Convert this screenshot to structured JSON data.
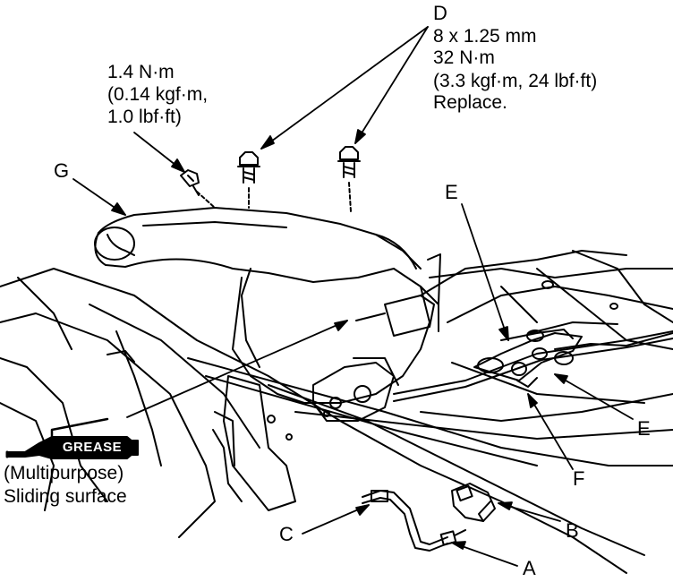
{
  "callouts": {
    "A": "A",
    "B": "B",
    "C": "C",
    "D": "D",
    "E_top": "E",
    "E_right": "E",
    "F": "F",
    "G": "G"
  },
  "torque_small": {
    "line1": "1.4 N·m",
    "line2": "(0.14 kgf·m,",
    "line3": "1.0 lbf·ft)"
  },
  "torque_d": {
    "line1": "8 x 1.25 mm",
    "line2": "32 N·m",
    "line3": "(3.3 kgf·m, 24 lbf·ft)",
    "line4": "Replace."
  },
  "grease": {
    "tube_label": "GREASE",
    "type": "(Multipurpose)",
    "location": "Sliding surface"
  },
  "icons": [
    "grease-tube-icon",
    "flange-bolt-icon",
    "screw-icon"
  ],
  "colors": {
    "line": "#000000",
    "background": "#ffffff",
    "tube": "#000000"
  }
}
